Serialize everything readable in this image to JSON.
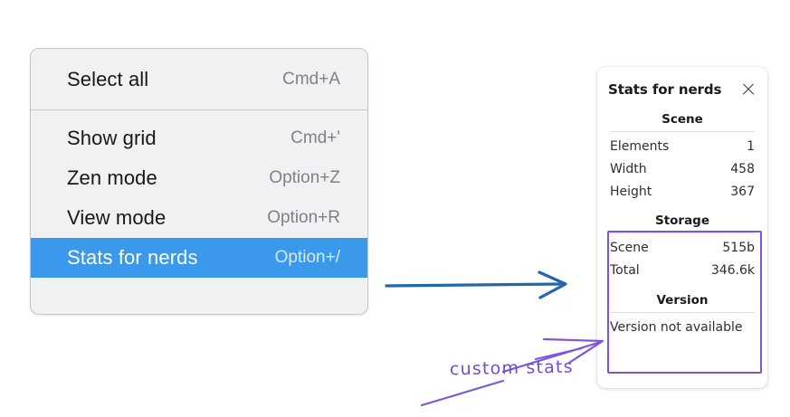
{
  "menu": {
    "groups": [
      {
        "items": [
          {
            "label": "Select all",
            "shortcut": "Cmd+A",
            "selected": false
          }
        ]
      },
      {
        "items": [
          {
            "label": "Show grid",
            "shortcut": "Cmd+'",
            "selected": false
          },
          {
            "label": "Zen mode",
            "shortcut": "Option+Z",
            "selected": false
          },
          {
            "label": "View mode",
            "shortcut": "Option+R",
            "selected": false
          },
          {
            "label": "Stats for nerds",
            "shortcut": "Option+/",
            "selected": true
          }
        ]
      }
    ],
    "highlight_color": "#3a99ea",
    "background_color": "#f0f1f3"
  },
  "stats_panel": {
    "title": "Stats for nerds",
    "close_icon": "close-icon",
    "sections": [
      {
        "heading": "Scene",
        "rows": [
          {
            "label": "Elements",
            "value": "1"
          },
          {
            "label": "Width",
            "value": "458"
          },
          {
            "label": "Height",
            "value": "367"
          }
        ]
      },
      {
        "heading": "Storage",
        "rows": [
          {
            "label": "Scene",
            "value": "515b"
          },
          {
            "label": "Total",
            "value": "346.6k"
          }
        ]
      },
      {
        "heading": "Version",
        "note": "Version not available"
      }
    ],
    "highlight_box_color": "#7d55e0"
  },
  "annotations": {
    "handwritten_note": "custom stats",
    "note_color": "#6b50d8",
    "arrow_blue_color": "#1f68b0",
    "arrow_purple_color": "#7d55e0"
  }
}
